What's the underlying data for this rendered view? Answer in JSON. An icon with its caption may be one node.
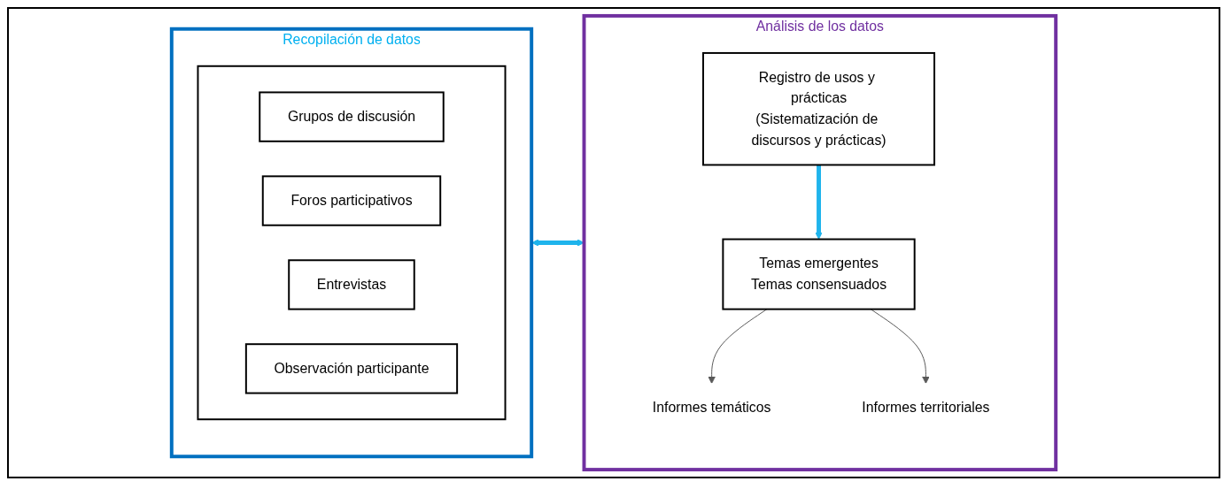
{
  "diagram": {
    "nodes": [
      {
        "text": [
          "Recopilación de datos"
        ]
      },
      {
        "text": [],
        "shape": "box",
        "in": 0
      },
      {
        "text": [
          "Grupos de discusión"
        ],
        "in": 1
      },
      {
        "text": [
          "Foros participativos"
        ],
        "in": 1
      },
      {
        "text": [
          "Entrevistas"
        ],
        "in": 1
      },
      {
        "text": [
          "Observación participante"
        ],
        "in": 1
      },
      {
        "text": [
          "Análisis de los datos"
        ]
      },
      {
        "text": [
          "Registro de usos y prácticas",
          "(Sistematización de discursos y prácticas)"
        ],
        "in": 6
      },
      {
        "text": [
          "Temas emergentes",
          "Temas consensuados"
        ],
        "in": 6
      },
      {
        "text": [
          "Informes temáticos"
        ],
        "in": 6
      },
      {
        "text": [
          "Informes territoriales"
        ],
        "in": 6
      }
    ],
    "edges": [
      {
        "from": 0,
        "to": 6,
        "arrow": "both",
        "style": "thick",
        "color": "#1fb4ec"
      },
      {
        "from": 7,
        "to": 8,
        "arrow": "to",
        "style": "thick",
        "color": "#1fb4ec"
      },
      {
        "from": 8,
        "to": 9,
        "arrow": "to",
        "color": "#595959"
      },
      {
        "from": 8,
        "to": 10,
        "arrow": "to",
        "color": "#595959"
      }
    ]
  }
}
